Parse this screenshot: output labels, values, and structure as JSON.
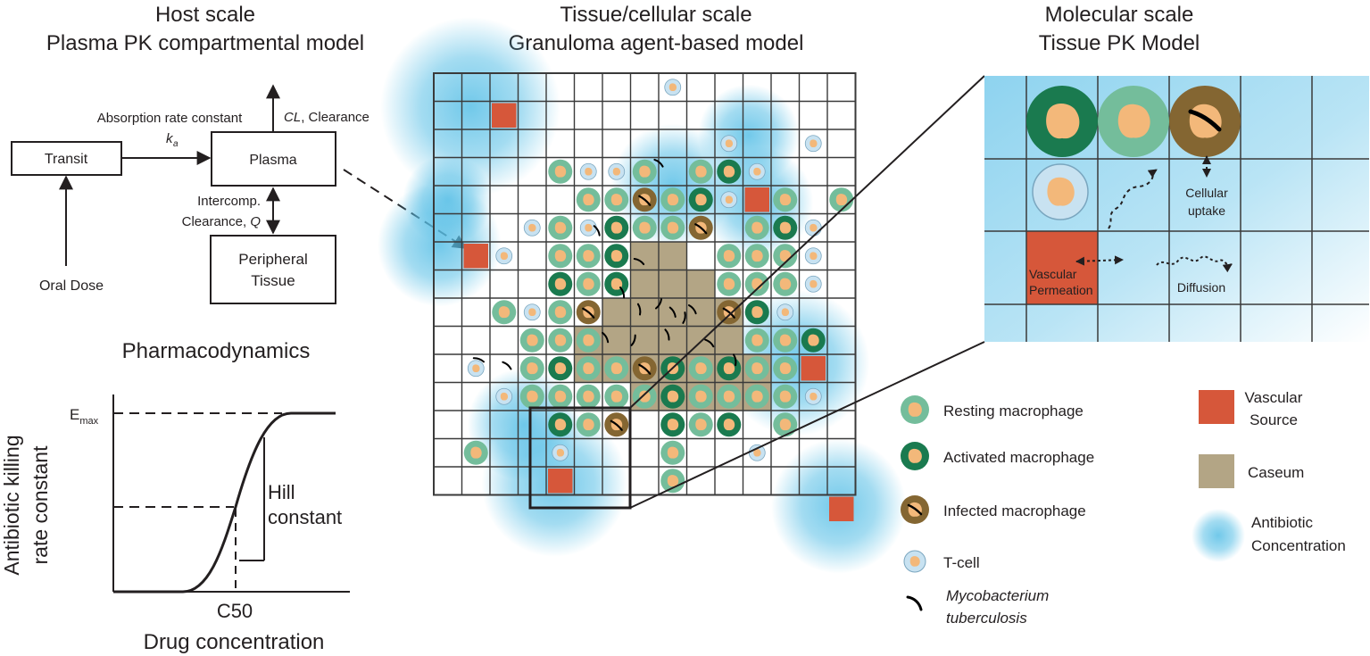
{
  "host": {
    "title1": "Host scale",
    "title2": "Plasma PK compartmental model",
    "absorption_label": "Absorption rate constant",
    "ka_main": "k",
    "ka_sub": "a",
    "cl_symbol": "CL",
    "cl_text": ", Clearance",
    "transit": "Transit",
    "plasma": "Plasma",
    "intercomp1": "Intercomp.",
    "intercomp2": "Clearance, ",
    "q_symbol": "Q",
    "peripheral1": "Peripheral",
    "peripheral2": "Tissue",
    "oral_dose": "Oral Dose"
  },
  "pd": {
    "title": "Pharmacodynamics",
    "emax_main": "E",
    "emax_sub": "max",
    "ylabel1": "Antibiotic killing",
    "ylabel2": "rate constant",
    "hill1": "Hill",
    "hill2": "constant",
    "c50": "C50",
    "xlabel": "Drug concentration"
  },
  "tissue": {
    "title1": "Tissue/cellular scale",
    "title2": "Granuloma agent-based model"
  },
  "molecular": {
    "title1": "Molecular scale",
    "title2": "Tissue PK Model",
    "cellular1": "Cellular",
    "cellular2": "uptake",
    "vascular1": "Vascular",
    "vascular2": "Permeation",
    "diffusion": "Diffusion"
  },
  "legend": {
    "resting": "Resting macrophage",
    "activated": "Activated macrophage",
    "infected": "Infected macrophage",
    "tcell": "T-cell",
    "mtb1": "Mycobacterium",
    "mtb2": "tuberculosis",
    "vascular1": "Vascular",
    "vascular2": "Source",
    "caseum": "Caseum",
    "antibiotic1": "Antibiotic",
    "antibiotic2": "Concentration"
  },
  "colors": {
    "vascular": "#d6573a",
    "caseum": "#b3a585",
    "antibiotic": "#58bfe6",
    "resting_outer": "#74bd9b",
    "activated_outer": "#1a7a4f",
    "infected_outer": "#846632",
    "tcell_outer": "#c8e2f1",
    "nucleus": "#f3b87a"
  }
}
